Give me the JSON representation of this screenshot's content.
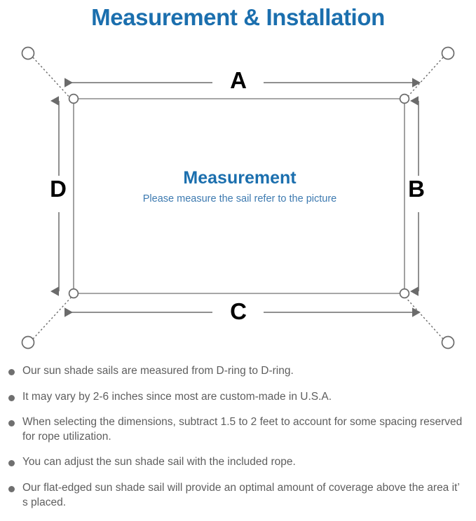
{
  "page": {
    "title": "Measurement & Installation",
    "title_color": "#1b6fae",
    "background": "#ffffff"
  },
  "diagram": {
    "name": "sun-shade-sail-measurement-diagram",
    "sail": {
      "heading": "Measurement",
      "heading_color": "#1b6fae",
      "subheading": "Please measure the sail refer to the picture",
      "subheading_color": "#3d7ab0",
      "outline_color": "#7a7a7a"
    },
    "dimension_labels": {
      "top": "A",
      "right": "B",
      "bottom": "C",
      "left": "D"
    },
    "label_color": "#000000",
    "arrow_color": "#6b6b6b",
    "dring_color": "#6b6b6b",
    "anchor_color": "#6b6b6b",
    "anchor_count": 4,
    "dring_count": 4
  },
  "notes": {
    "bullet_color": "#6f6f6f",
    "text_color": "#5e5e5e",
    "items": [
      "Our sun shade sails are measured from D-ring to D-ring.",
      "It may vary by 2-6 inches since most are custom-made in U.S.A.",
      "When selecting the dimensions, subtract 1.5 to 2 feet to account for some spacing reserved for rope utilization.",
      "You can adjust the sun shade sail with the included rope.",
      "Our flat-edged sun shade sail will provide an optimal amount of coverage above the area it’ s placed."
    ]
  }
}
